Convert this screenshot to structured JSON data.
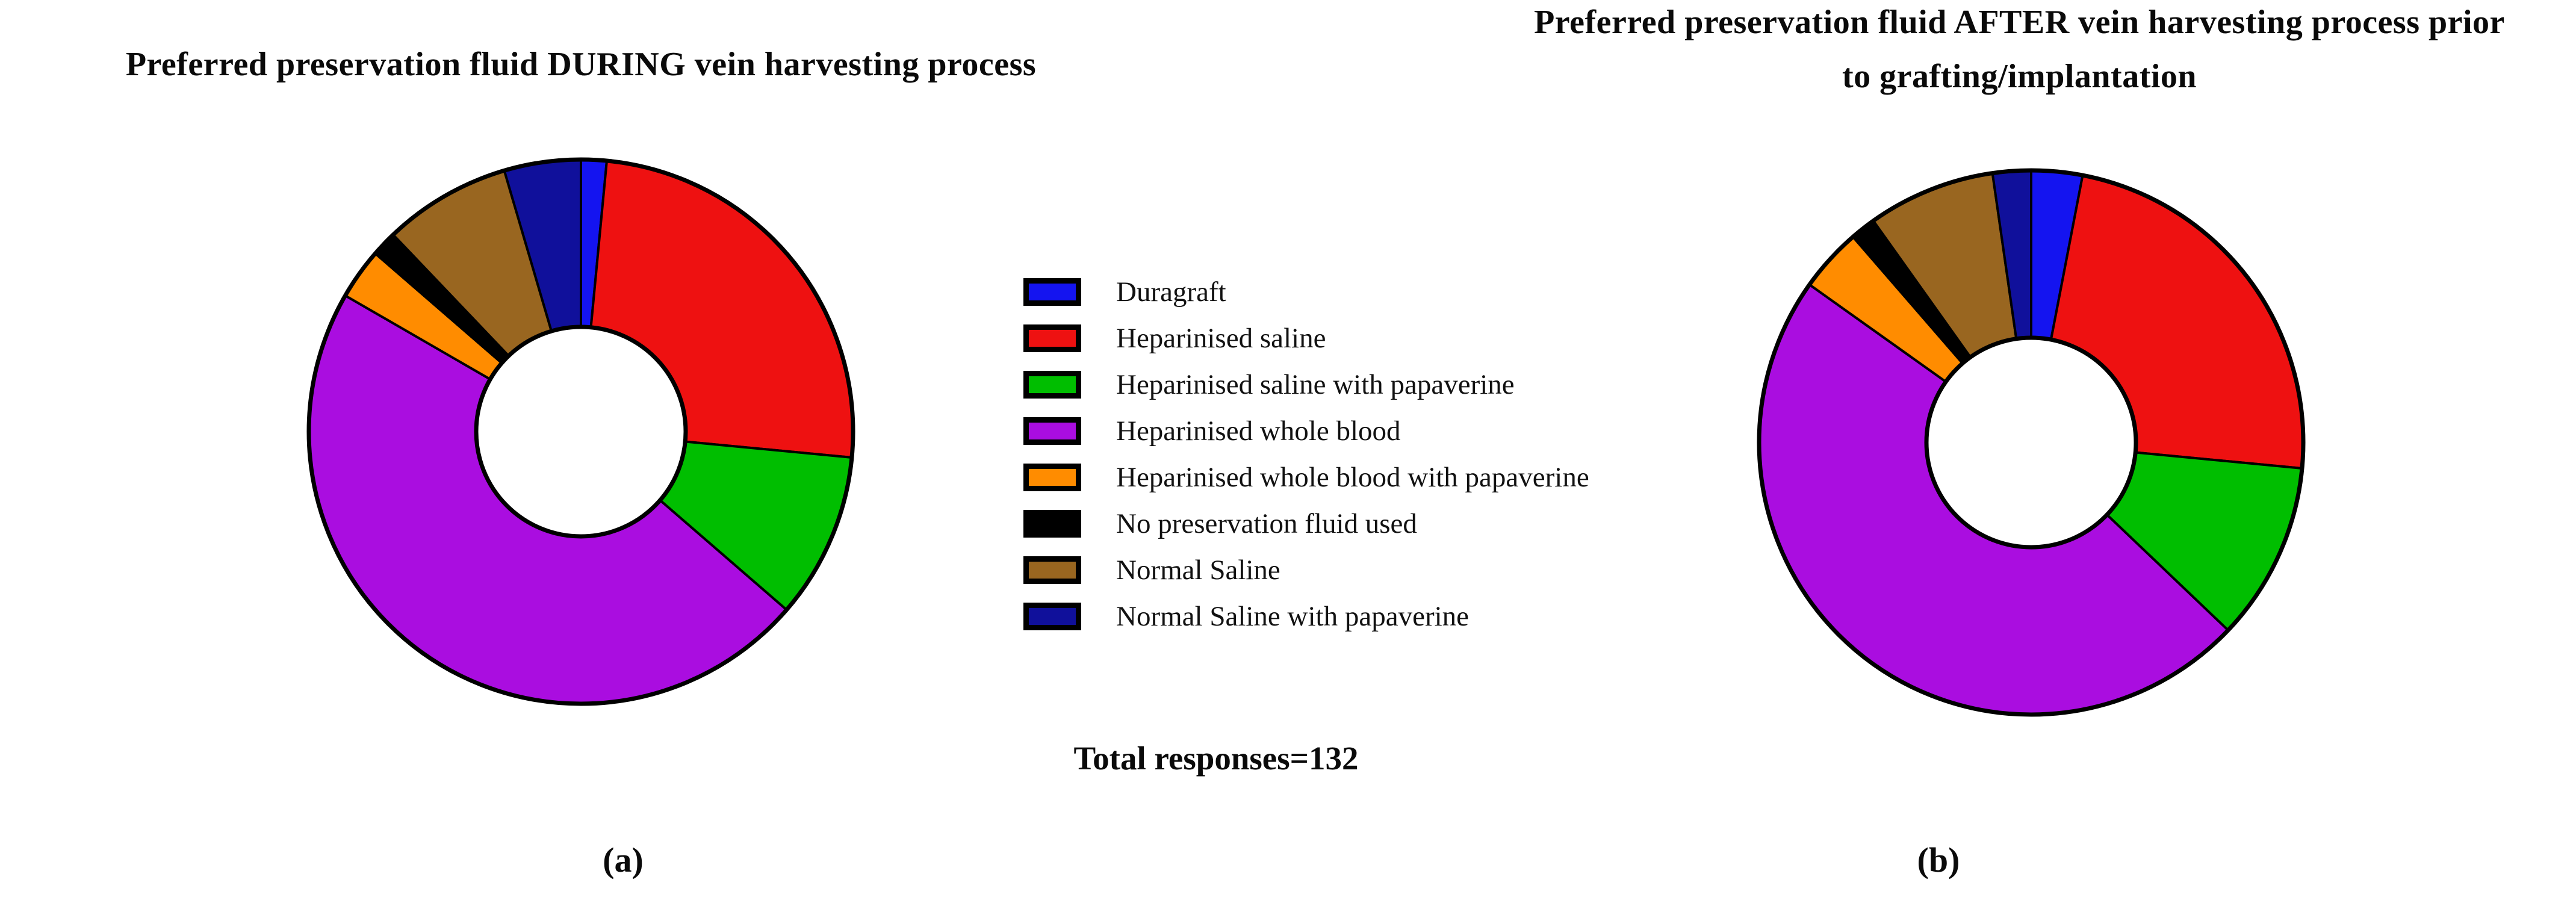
{
  "figure": {
    "panel_a": {
      "title": "Preferred preservation fluid DURING vein harvesting process",
      "caption": "(a)"
    },
    "panel_b": {
      "title_line1": "Preferred preservation fluid AFTER vein harvesting process prior",
      "title_line2": "to grafting/implantation",
      "caption": "(b)"
    },
    "total_note": "Total responses=132"
  },
  "legend": {
    "items": [
      {
        "label": "Duragraft",
        "color": "#1414F0"
      },
      {
        "label": "Heparinised saline",
        "color": "#EE1111"
      },
      {
        "label": "Heparinised saline with papaverine",
        "color": "#00BE00"
      },
      {
        "label": "Heparinised whole blood",
        "color": "#AA0DE0"
      },
      {
        "label": "Heparinised whole blood with papaverine",
        "color": "#FF8C00"
      },
      {
        "label": "No preservation fluid used",
        "color": "#000000"
      },
      {
        "label": "Normal Saline",
        "color": "#996620"
      },
      {
        "label": "Normal Saline with papaverine",
        "color": "#10109B"
      }
    ]
  },
  "chart_data": [
    {
      "type": "pie",
      "subtype": "donut",
      "title": "Preferred preservation fluid DURING vein harvesting process",
      "categories": [
        "Duragraft",
        "Heparinised saline",
        "Heparinised saline with papaverine",
        "Heparinised whole blood",
        "Heparinised whole blood with papaverine",
        "No preservation fluid used",
        "Normal Saline",
        "Normal Saline with papaverine"
      ],
      "values": [
        2,
        33,
        13,
        62,
        4,
        2,
        10,
        6
      ],
      "values_pct": [
        1.5,
        25.0,
        9.8,
        47.0,
        3.0,
        1.5,
        7.6,
        4.5
      ],
      "values_estimated_from_pixels": true,
      "total_responses": 132,
      "colors": [
        "#1414F0",
        "#EE1111",
        "#00BE00",
        "#AA0DE0",
        "#FF8C00",
        "#000000",
        "#996620",
        "#10109B"
      ],
      "start_angle": "12-oclock",
      "direction": "clockwise",
      "inner_radius_ratio": 0.385,
      "legend_position": "center-between-charts",
      "data_labels": "none"
    },
    {
      "type": "pie",
      "subtype": "donut",
      "title": "Preferred preservation fluid AFTER vein harvesting process prior to grafting/implantation",
      "categories": [
        "Duragraft",
        "Heparinised saline",
        "Heparinised saline with papaverine",
        "Heparinised whole blood",
        "Heparinised whole blood with papaverine",
        "No preservation fluid used",
        "Normal Saline",
        "Normal Saline with papaverine"
      ],
      "values": [
        4,
        31,
        14,
        63,
        5,
        2,
        10,
        3
      ],
      "values_pct": [
        3.0,
        23.5,
        10.6,
        47.7,
        3.8,
        1.5,
        7.6,
        2.3
      ],
      "values_estimated_from_pixels": true,
      "total_responses": 132,
      "colors": [
        "#1414F0",
        "#EE1111",
        "#00BE00",
        "#AA0DE0",
        "#FF8C00",
        "#000000",
        "#996620",
        "#10109B"
      ],
      "start_angle": "12-oclock",
      "direction": "clockwise",
      "inner_radius_ratio": 0.385,
      "legend_position": "center-between-charts",
      "data_labels": "none"
    }
  ]
}
